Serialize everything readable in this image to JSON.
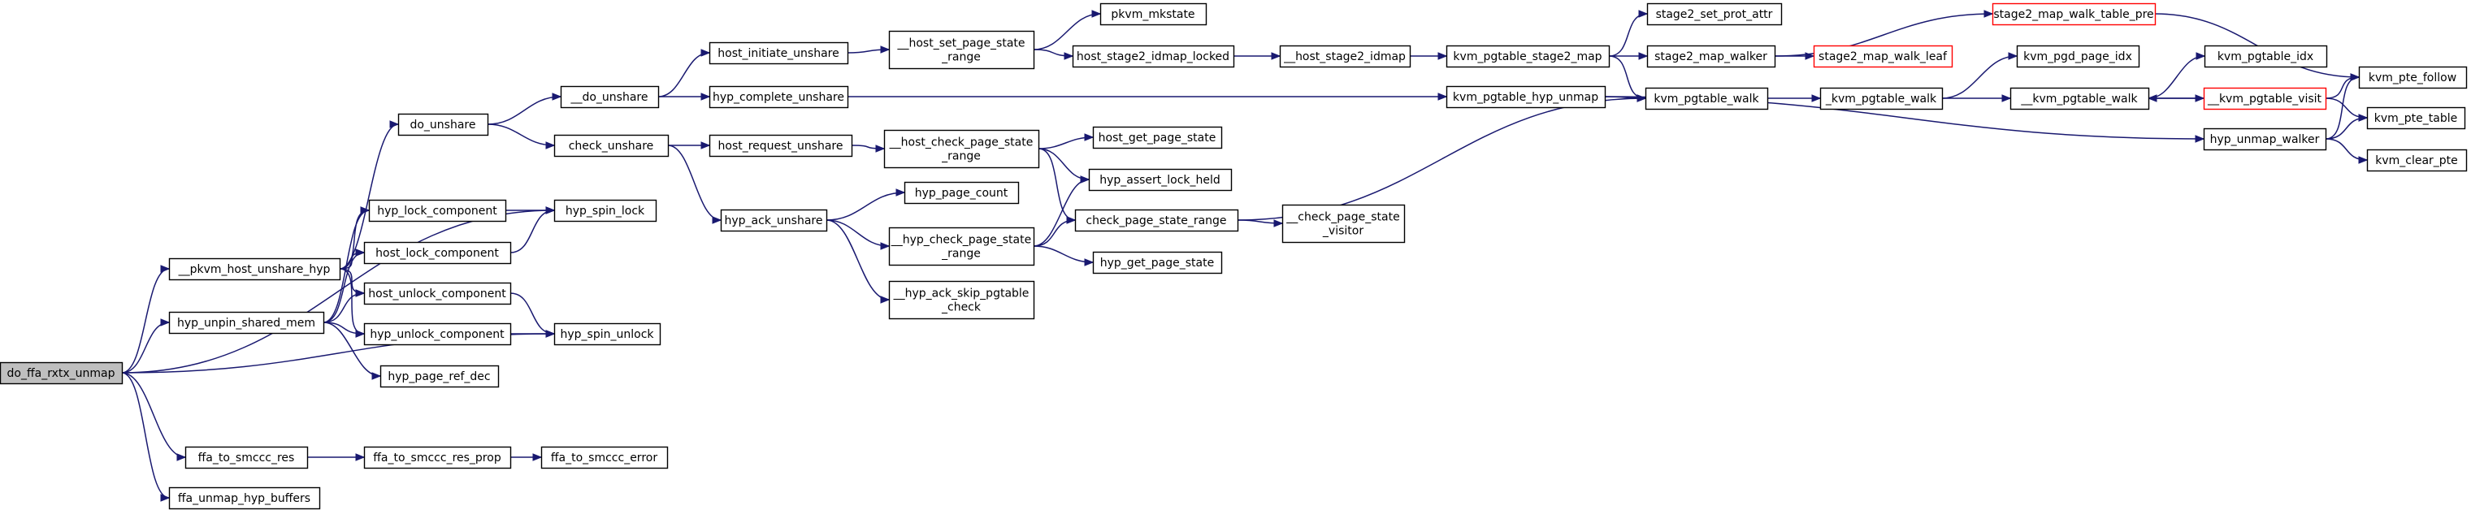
{
  "graph": {
    "type": "call-graph",
    "edge_color": "#191970",
    "root_fill": "#bfbfbf",
    "truncated_border": "#ff0000",
    "nodes": [
      {
        "id": "do_ffa_rxtx_unmap",
        "lines": [
          "do_ffa_rxtx_unmap"
        ],
        "style": "root"
      },
      {
        "id": "__pkvm_host_unshare_hyp",
        "lines": [
          "__pkvm_host_unshare_hyp"
        ]
      },
      {
        "id": "do_unshare",
        "lines": [
          "do_unshare"
        ]
      },
      {
        "id": "__do_unshare",
        "lines": [
          "__do_unshare"
        ]
      },
      {
        "id": "host_initiate_unshare",
        "lines": [
          "host_initiate_unshare"
        ]
      },
      {
        "id": "__host_set_page_state_range",
        "lines": [
          "__host_set_page_state",
          "_range"
        ]
      },
      {
        "id": "pkvm_mkstate",
        "lines": [
          "pkvm_mkstate"
        ]
      },
      {
        "id": "host_stage2_idmap_locked",
        "lines": [
          "host_stage2_idmap_locked"
        ]
      },
      {
        "id": "__host_stage2_idmap",
        "lines": [
          "__host_stage2_idmap"
        ]
      },
      {
        "id": "kvm_pgtable_stage2_map",
        "lines": [
          "kvm_pgtable_stage2_map"
        ]
      },
      {
        "id": "stage2_set_prot_attr",
        "lines": [
          "stage2_set_prot_attr"
        ]
      },
      {
        "id": "stage2_map_walker",
        "lines": [
          "stage2_map_walker"
        ]
      },
      {
        "id": "stage2_map_walk_table_pre",
        "lines": [
          "stage2_map_walk_table_pre"
        ],
        "style": "truncated"
      },
      {
        "id": "stage2_map_walk_leaf",
        "lines": [
          "stage2_map_walk_leaf"
        ],
        "style": "truncated"
      },
      {
        "id": "kvm_pgtable_walk",
        "lines": [
          "kvm_pgtable_walk"
        ]
      },
      {
        "id": "_kvm_pgtable_walk",
        "lines": [
          "_kvm_pgtable_walk"
        ]
      },
      {
        "id": "kvm_pgd_page_idx",
        "lines": [
          "kvm_pgd_page_idx"
        ]
      },
      {
        "id": "__kvm_pgtable_walk",
        "lines": [
          "__kvm_pgtable_walk"
        ]
      },
      {
        "id": "__kvm_pgtable_visit",
        "lines": [
          "__kvm_pgtable_visit"
        ],
        "style": "truncated"
      },
      {
        "id": "kvm_pgtable_idx",
        "lines": [
          "kvm_pgtable_idx"
        ]
      },
      {
        "id": "kvm_pte_follow",
        "lines": [
          "kvm_pte_follow"
        ]
      },
      {
        "id": "kvm_pte_table",
        "lines": [
          "kvm_pte_table"
        ]
      },
      {
        "id": "kvm_clear_pte",
        "lines": [
          "kvm_clear_pte"
        ]
      },
      {
        "id": "hyp_unmap_walker",
        "lines": [
          "hyp_unmap_walker"
        ]
      },
      {
        "id": "hyp_complete_unshare",
        "lines": [
          "hyp_complete_unshare"
        ]
      },
      {
        "id": "kvm_pgtable_hyp_unmap",
        "lines": [
          "kvm_pgtable_hyp_unmap"
        ]
      },
      {
        "id": "check_unshare",
        "lines": [
          "check_unshare"
        ]
      },
      {
        "id": "host_request_unshare",
        "lines": [
          "host_request_unshare"
        ]
      },
      {
        "id": "__host_check_page_state_range",
        "lines": [
          "__host_check_page_state",
          "_range"
        ]
      },
      {
        "id": "host_get_page_state",
        "lines": [
          "host_get_page_state"
        ]
      },
      {
        "id": "hyp_assert_lock_held",
        "lines": [
          "hyp_assert_lock_held"
        ]
      },
      {
        "id": "check_page_state_range",
        "lines": [
          "check_page_state_range"
        ]
      },
      {
        "id": "__check_page_state_visitor",
        "lines": [
          "__check_page_state",
          "_visitor"
        ]
      },
      {
        "id": "hyp_ack_unshare",
        "lines": [
          "hyp_ack_unshare"
        ]
      },
      {
        "id": "hyp_page_count",
        "lines": [
          "hyp_page_count"
        ]
      },
      {
        "id": "__hyp_check_page_state_range",
        "lines": [
          "__hyp_check_page_state",
          "_range"
        ]
      },
      {
        "id": "hyp_get_page_state",
        "lines": [
          "hyp_get_page_state"
        ]
      },
      {
        "id": "__hyp_ack_skip_pgtable_check",
        "lines": [
          "__hyp_ack_skip_pgtable",
          "_check"
        ]
      },
      {
        "id": "hyp_lock_component",
        "lines": [
          "hyp_lock_component"
        ]
      },
      {
        "id": "host_lock_component",
        "lines": [
          "host_lock_component"
        ]
      },
      {
        "id": "hyp_spin_lock",
        "lines": [
          "hyp_spin_lock"
        ]
      },
      {
        "id": "host_unlock_component",
        "lines": [
          "host_unlock_component"
        ]
      },
      {
        "id": "hyp_unlock_component",
        "lines": [
          "hyp_unlock_component"
        ]
      },
      {
        "id": "hyp_spin_unlock",
        "lines": [
          "hyp_spin_unlock"
        ]
      },
      {
        "id": "hyp_unpin_shared_mem",
        "lines": [
          "hyp_unpin_shared_mem"
        ]
      },
      {
        "id": "hyp_page_ref_dec",
        "lines": [
          "hyp_page_ref_dec"
        ]
      },
      {
        "id": "ffa_to_smccc_res",
        "lines": [
          "ffa_to_smccc_res"
        ]
      },
      {
        "id": "ffa_to_smccc_res_prop",
        "lines": [
          "ffa_to_smccc_res_prop"
        ]
      },
      {
        "id": "ffa_to_smccc_error",
        "lines": [
          "ffa_to_smccc_error"
        ]
      },
      {
        "id": "ffa_unmap_hyp_buffers",
        "lines": [
          "ffa_unmap_hyp_buffers"
        ]
      }
    ],
    "edges": [
      [
        "do_ffa_rxtx_unmap",
        "__pkvm_host_unshare_hyp"
      ],
      [
        "do_ffa_rxtx_unmap",
        "hyp_spin_lock"
      ],
      [
        "do_ffa_rxtx_unmap",
        "hyp_unpin_shared_mem"
      ],
      [
        "do_ffa_rxtx_unmap",
        "hyp_spin_unlock"
      ],
      [
        "do_ffa_rxtx_unmap",
        "ffa_to_smccc_res"
      ],
      [
        "do_ffa_rxtx_unmap",
        "ffa_unmap_hyp_buffers"
      ],
      [
        "__pkvm_host_unshare_hyp",
        "do_unshare"
      ],
      [
        "__pkvm_host_unshare_hyp",
        "hyp_lock_component"
      ],
      [
        "__pkvm_host_unshare_hyp",
        "host_lock_component"
      ],
      [
        "__pkvm_host_unshare_hyp",
        "host_unlock_component"
      ],
      [
        "__pkvm_host_unshare_hyp",
        "hyp_unlock_component"
      ],
      [
        "do_unshare",
        "__do_unshare"
      ],
      [
        "do_unshare",
        "check_unshare"
      ],
      [
        "__do_unshare",
        "host_initiate_unshare"
      ],
      [
        "__do_unshare",
        "hyp_complete_unshare"
      ],
      [
        "host_initiate_unshare",
        "__host_set_page_state_range"
      ],
      [
        "__host_set_page_state_range",
        "pkvm_mkstate"
      ],
      [
        "__host_set_page_state_range",
        "host_stage2_idmap_locked"
      ],
      [
        "host_stage2_idmap_locked",
        "__host_stage2_idmap"
      ],
      [
        "__host_stage2_idmap",
        "kvm_pgtable_stage2_map"
      ],
      [
        "kvm_pgtable_stage2_map",
        "stage2_set_prot_attr"
      ],
      [
        "kvm_pgtable_stage2_map",
        "stage2_map_walker"
      ],
      [
        "kvm_pgtable_stage2_map",
        "kvm_pgtable_walk"
      ],
      [
        "stage2_map_walker",
        "stage2_map_walk_table_pre"
      ],
      [
        "stage2_map_walker",
        "stage2_map_walk_leaf"
      ],
      [
        "stage2_map_walk_table_pre",
        "kvm_pte_follow"
      ],
      [
        "hyp_complete_unshare",
        "kvm_pgtable_hyp_unmap"
      ],
      [
        "kvm_pgtable_hyp_unmap",
        "kvm_pgtable_walk"
      ],
      [
        "kvm_pgtable_hyp_unmap",
        "hyp_unmap_walker"
      ],
      [
        "kvm_pgtable_walk",
        "_kvm_pgtable_walk"
      ],
      [
        "_kvm_pgtable_walk",
        "kvm_pgd_page_idx"
      ],
      [
        "_kvm_pgtable_walk",
        "__kvm_pgtable_walk"
      ],
      [
        "__kvm_pgtable_walk",
        "kvm_pgtable_idx"
      ],
      [
        "__kvm_pgtable_walk",
        "__kvm_pgtable_visit"
      ],
      [
        "__kvm_pgtable_visit",
        "__kvm_pgtable_walk"
      ],
      [
        "__kvm_pgtable_visit",
        "kvm_pte_follow"
      ],
      [
        "__kvm_pgtable_visit",
        "kvm_pte_table"
      ],
      [
        "hyp_unmap_walker",
        "kvm_pte_follow"
      ],
      [
        "hyp_unmap_walker",
        "kvm_pte_table"
      ],
      [
        "hyp_unmap_walker",
        "kvm_clear_pte"
      ],
      [
        "check_unshare",
        "host_request_unshare"
      ],
      [
        "check_unshare",
        "hyp_ack_unshare"
      ],
      [
        "host_request_unshare",
        "__host_check_page_state_range"
      ],
      [
        "__host_check_page_state_range",
        "host_get_page_state"
      ],
      [
        "__host_check_page_state_range",
        "hyp_assert_lock_held"
      ],
      [
        "__host_check_page_state_range",
        "check_page_state_range"
      ],
      [
        "check_page_state_range",
        "__check_page_state_visitor"
      ],
      [
        "check_page_state_range",
        "kvm_pgtable_walk"
      ],
      [
        "hyp_ack_unshare",
        "hyp_page_count"
      ],
      [
        "hyp_ack_unshare",
        "__hyp_check_page_state_range"
      ],
      [
        "hyp_ack_unshare",
        "__hyp_ack_skip_pgtable_check"
      ],
      [
        "__hyp_check_page_state_range",
        "hyp_assert_lock_held"
      ],
      [
        "__hyp_check_page_state_range",
        "check_page_state_range"
      ],
      [
        "__hyp_check_page_state_range",
        "hyp_get_page_state"
      ],
      [
        "hyp_lock_component",
        "hyp_spin_lock"
      ],
      [
        "host_lock_component",
        "hyp_spin_lock"
      ],
      [
        "host_unlock_component",
        "hyp_spin_unlock"
      ],
      [
        "hyp_unlock_component",
        "hyp_spin_unlock"
      ],
      [
        "hyp_unpin_shared_mem",
        "hyp_lock_component"
      ],
      [
        "hyp_unpin_shared_mem",
        "host_lock_component"
      ],
      [
        "hyp_unpin_shared_mem",
        "host_unlock_component"
      ],
      [
        "hyp_unpin_shared_mem",
        "hyp_unlock_component"
      ],
      [
        "hyp_unpin_shared_mem",
        "hyp_page_ref_dec"
      ],
      [
        "ffa_to_smccc_res",
        "ffa_to_smccc_res_prop"
      ],
      [
        "ffa_to_smccc_res_prop",
        "ffa_to_smccc_error"
      ]
    ]
  }
}
